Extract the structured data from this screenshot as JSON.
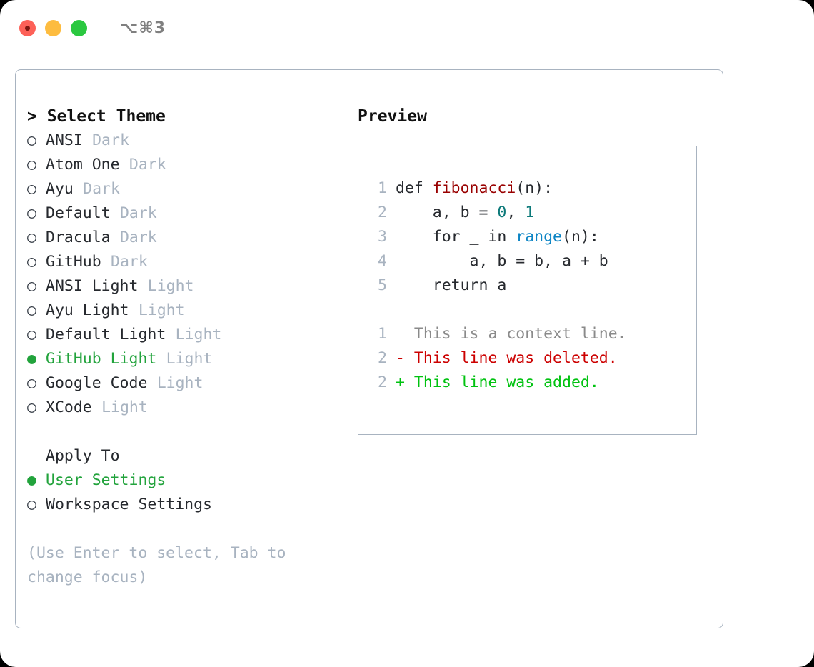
{
  "window": {
    "shortcut_label": "⌥⌘3",
    "traffic_lights": [
      {
        "name": "close",
        "color": "#fd6158"
      },
      {
        "name": "minimize",
        "color": "#fdbc40"
      },
      {
        "name": "maximize",
        "color": "#2bc840"
      }
    ]
  },
  "theme_selector": {
    "title": "> Select Theme",
    "items": [
      {
        "marker": "○",
        "label": "ANSI",
        "tag": "Dark",
        "selected": false
      },
      {
        "marker": "○",
        "label": "Atom One",
        "tag": "Dark",
        "selected": false
      },
      {
        "marker": "○",
        "label": "Ayu",
        "tag": "Dark",
        "selected": false
      },
      {
        "marker": "○",
        "label": "Default",
        "tag": "Dark",
        "selected": false
      },
      {
        "marker": "○",
        "label": "Dracula",
        "tag": "Dark",
        "selected": false
      },
      {
        "marker": "○",
        "label": "GitHub",
        "tag": "Dark",
        "selected": false
      },
      {
        "marker": "○",
        "label": "ANSI Light",
        "tag": "Light",
        "selected": false
      },
      {
        "marker": "○",
        "label": "Ayu Light",
        "tag": "Light",
        "selected": false
      },
      {
        "marker": "○",
        "label": "Default Light",
        "tag": "Light",
        "selected": false
      },
      {
        "marker": "●",
        "label": "GitHub Light",
        "tag": "Light",
        "selected": true
      },
      {
        "marker": "○",
        "label": "Google Code",
        "tag": "Light",
        "selected": false
      },
      {
        "marker": "○",
        "label": "XCode",
        "tag": "Light",
        "selected": false
      }
    ]
  },
  "apply_to": {
    "title": "Apply To",
    "items": [
      {
        "marker": "●",
        "label": "User Settings",
        "selected": true
      },
      {
        "marker": "○",
        "label": "Workspace Settings",
        "selected": false
      }
    ]
  },
  "hint": "(Use Enter to select, Tab to change focus)",
  "preview": {
    "title": "Preview",
    "code_lines": [
      {
        "num": "1",
        "tokens": [
          {
            "t": "def ",
            "k": "plain"
          },
          {
            "t": "fibonacci",
            "k": "fn"
          },
          {
            "t": "(n):",
            "k": "plain"
          }
        ]
      },
      {
        "num": "2",
        "tokens": [
          {
            "t": "    a, b = ",
            "k": "plain"
          },
          {
            "t": "0",
            "k": "num"
          },
          {
            "t": ", ",
            "k": "plain"
          },
          {
            "t": "1",
            "k": "num"
          }
        ]
      },
      {
        "num": "3",
        "tokens": [
          {
            "t": "    for _ in ",
            "k": "plain"
          },
          {
            "t": "range",
            "k": "builtin"
          },
          {
            "t": "(n):",
            "k": "plain"
          }
        ]
      },
      {
        "num": "4",
        "tokens": [
          {
            "t": "        a, b = b, a + b",
            "k": "plain"
          }
        ]
      },
      {
        "num": "5",
        "tokens": [
          {
            "t": "    return a",
            "k": "plain"
          }
        ]
      }
    ],
    "diff_lines": [
      {
        "num": "1",
        "text": "  This is a context line.",
        "kind": "context"
      },
      {
        "num": "2",
        "text": "- This line was deleted.",
        "kind": "deleted"
      },
      {
        "num": "2",
        "text": "+ This line was added.",
        "kind": "added"
      }
    ]
  },
  "colors": {
    "accent_green": "#22a33c",
    "diff_add": "#00c210",
    "diff_del": "#cc0000",
    "muted": "#a8b3c0",
    "fn": "#990000",
    "num": "#0d7a7a",
    "builtin": "#0b84c4"
  }
}
